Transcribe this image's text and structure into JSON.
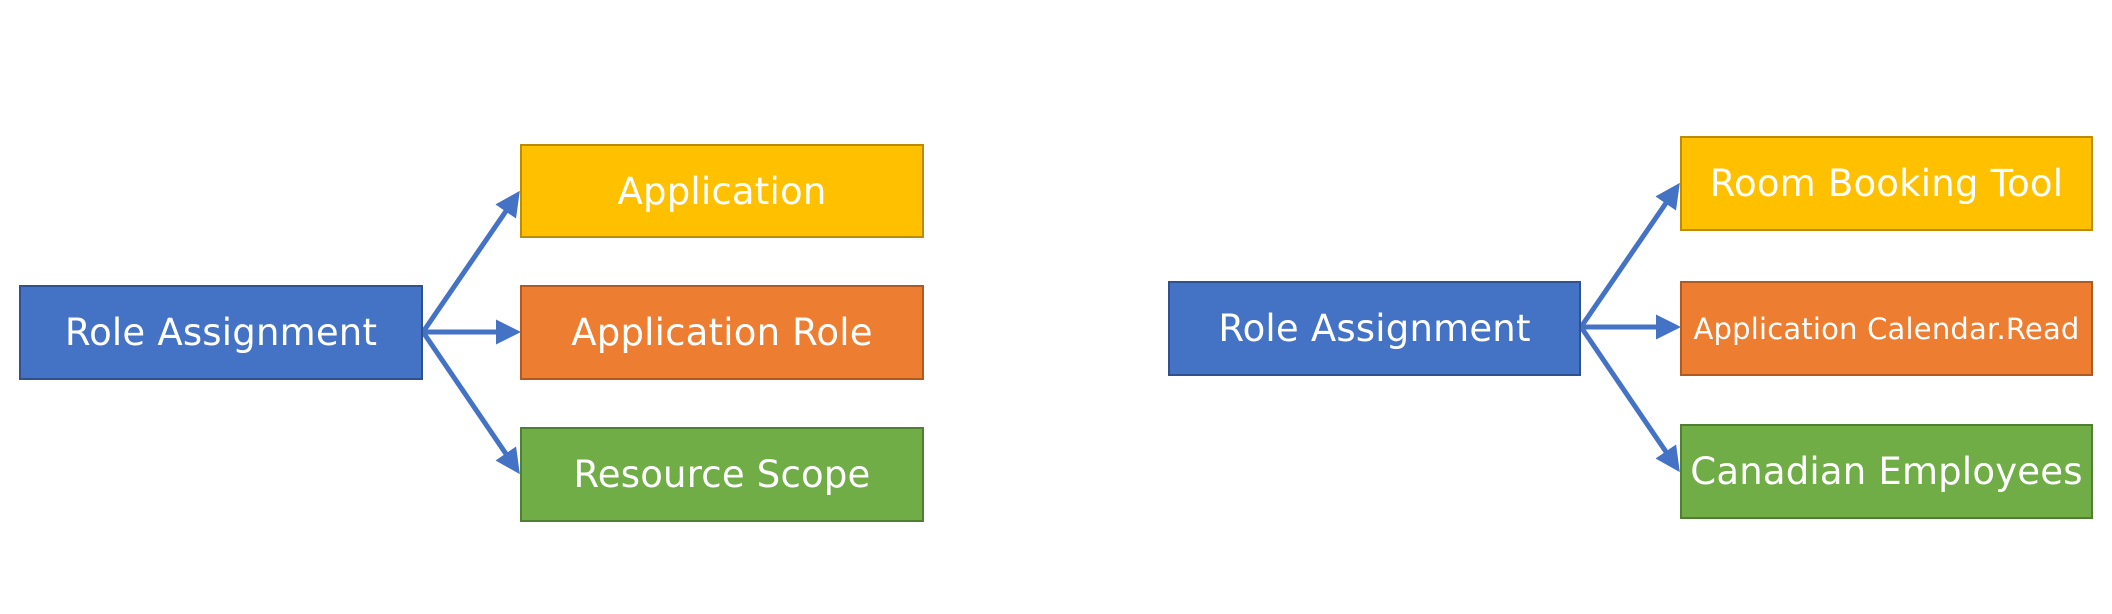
{
  "colors": {
    "root": "#4472C4",
    "application": "#FFC000",
    "role": "#ED7D31",
    "scope": "#70AD47",
    "arrow": "#4472C4"
  },
  "left_diagram": {
    "root": "Role Assignment",
    "application": "Application",
    "role": "Application Role",
    "scope": "Resource Scope"
  },
  "right_diagram": {
    "root": "Role Assignment",
    "application": "Room Booking Tool",
    "role": "Application Calendar.Read",
    "scope": "Canadian Employees"
  }
}
